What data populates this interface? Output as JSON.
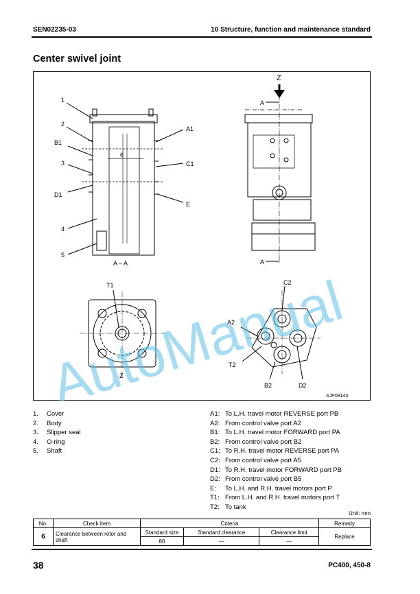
{
  "header": {
    "doc_code": "SEN02235-03",
    "section": "10 Structure, function and maintenance standard"
  },
  "title": "Center swivel joint",
  "figure": {
    "labels": {
      "n1": "1",
      "n2": "2",
      "n3": "3",
      "n4": "4",
      "n5": "5",
      "b1": "B1",
      "d1": "D1",
      "a1": "A1",
      "c1": "C1",
      "e": "E",
      "six": "6",
      "section_aa": "A – A",
      "z_arrow": "Z",
      "a_top": "A",
      "a_bot": "A",
      "t1": "T1",
      "c2": "C2",
      "a2": "A2",
      "t2": "T2",
      "b2": "B2",
      "d2": "D2",
      "z_view": "Z",
      "fig_id": "SJP08143"
    },
    "watermark": "AutoManual"
  },
  "parts": [
    {
      "num": "1.",
      "text": "Cover"
    },
    {
      "num": "2.",
      "text": "Body"
    },
    {
      "num": "3.",
      "text": "Slipper seal"
    },
    {
      "num": "4.",
      "text": "O-ring"
    },
    {
      "num": "5.",
      "text": "Shaft"
    }
  ],
  "ports": [
    {
      "key": "A1:",
      "text": "To L.H. travel motor REVERSE port PB"
    },
    {
      "key": "A2:",
      "text": "From control valve port A2"
    },
    {
      "key": "B1:",
      "text": "To L.H. travel motor FORWARD port PA"
    },
    {
      "key": "B2:",
      "text": "From control valve port B2"
    },
    {
      "key": "C1:",
      "text": "To R.H. travel motor REVERSE port PA"
    },
    {
      "key": "C2:",
      "text": "From control valve port A5"
    },
    {
      "key": "D1:",
      "text": "To R.H. travel motor FORWARD port PB"
    },
    {
      "key": "D2:",
      "text": "From control valve port B5"
    },
    {
      "key": "E:",
      "text": "To L.H. and R.H. travel motors port P"
    },
    {
      "key": "T1:",
      "text": "From L.H. and R.H. travel motors port T"
    },
    {
      "key": "T2:",
      "text": "To tank"
    }
  ],
  "table": {
    "unit": "Unit: mm",
    "headers": {
      "no": "No.",
      "check": "Check item",
      "criteria": "Criteria",
      "remedy": "Remedy"
    },
    "sub": {
      "std_size": "Standard size",
      "std_clear": "Standard clearance",
      "limit": "Clearance limit"
    },
    "row": {
      "no": "6",
      "item": "Clearance between rotor and shaft",
      "size": "80",
      "clear": "—",
      "limit": "—",
      "remedy": "Replace"
    }
  },
  "footer": {
    "page": "38",
    "model": "PC400, 450-8"
  }
}
